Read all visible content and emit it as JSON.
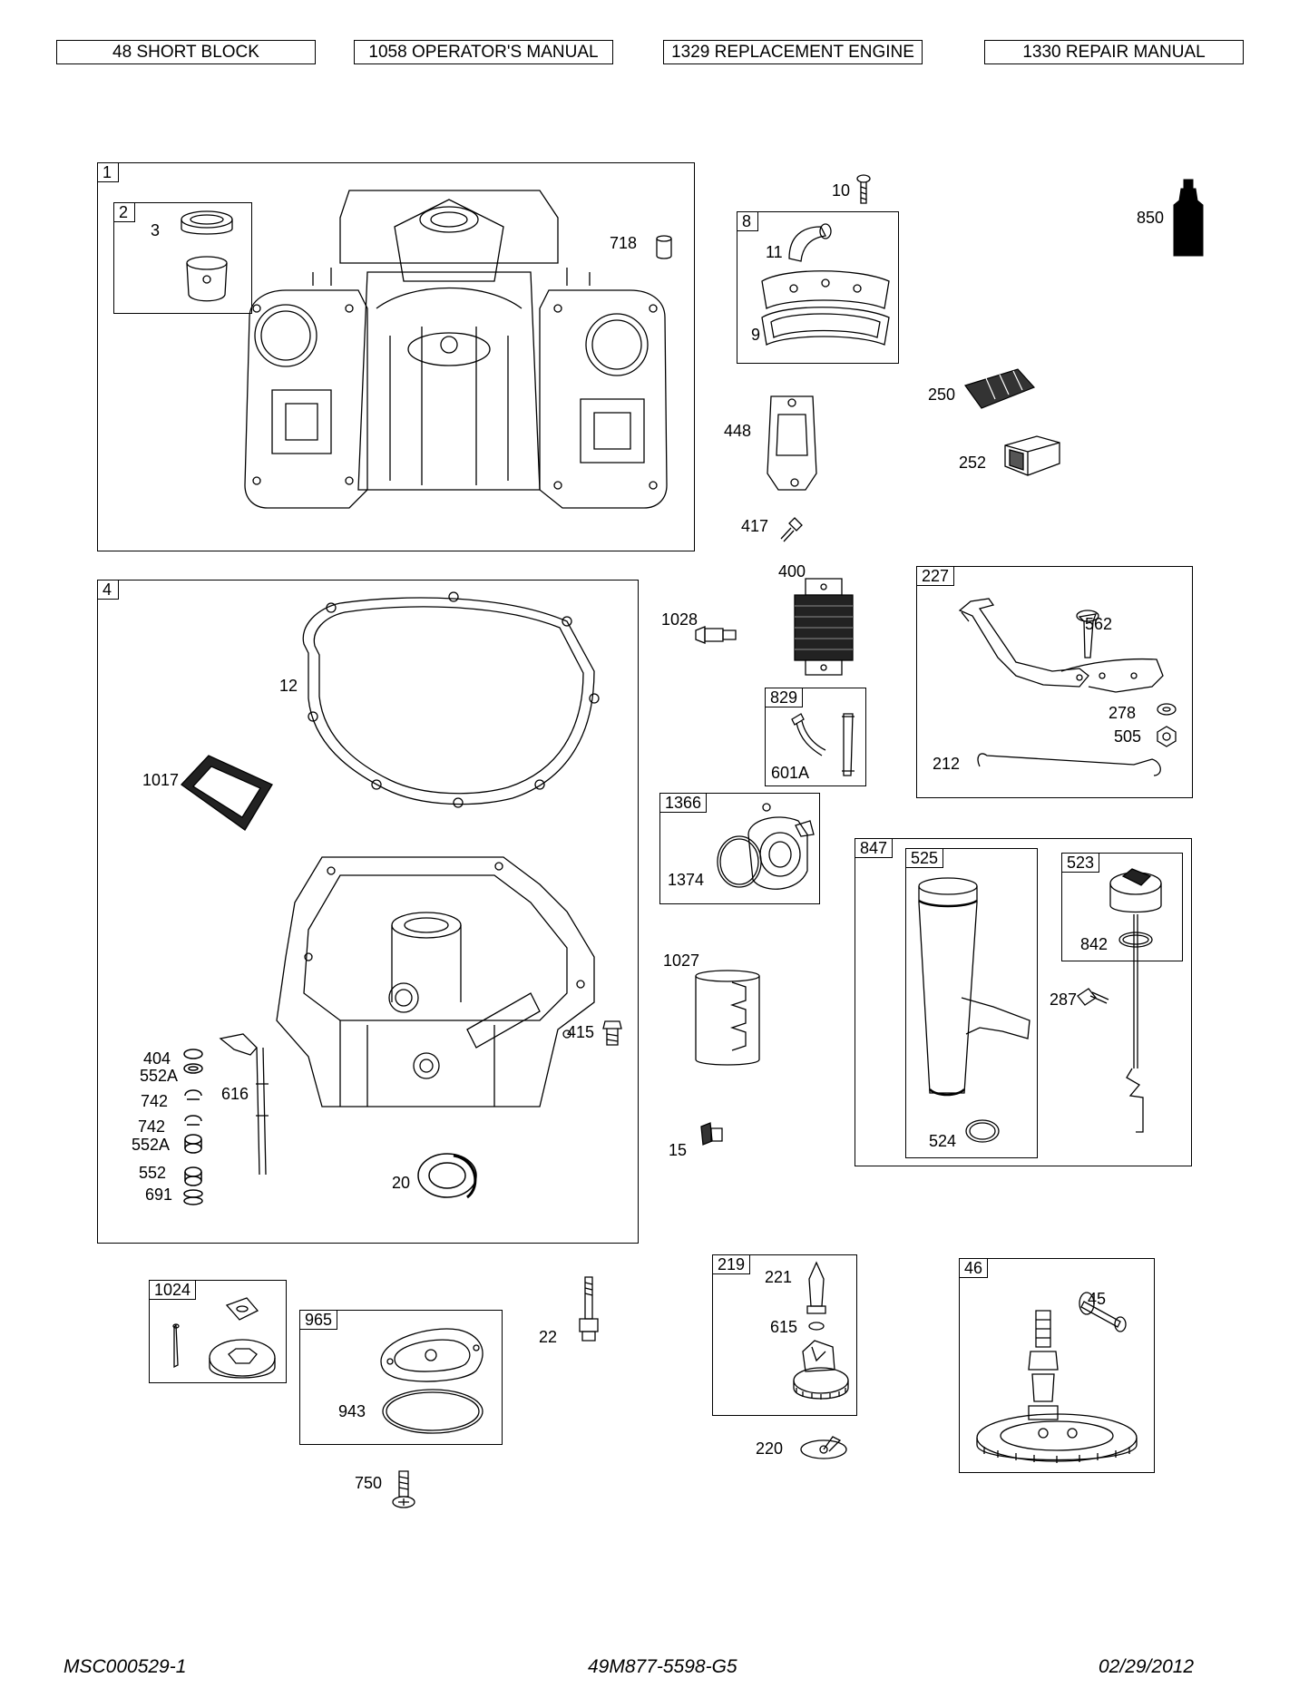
{
  "header": {
    "buttons": [
      "48 SHORT BLOCK",
      "1058 OPERATOR'S MANUAL",
      "1329 REPLACEMENT ENGINE",
      "1330 REPAIR MANUAL"
    ]
  },
  "groups": {
    "g1": "1",
    "g2": "2",
    "g4": "4",
    "g8": "8",
    "g227": "227",
    "g829": "829",
    "g1366": "1366",
    "g847": "847",
    "g525": "525",
    "g523": "523",
    "g1024": "1024",
    "g965": "965",
    "g219": "219",
    "g46": "46"
  },
  "parts": {
    "p3": "3",
    "p718": "718",
    "p10": "10",
    "p11": "11",
    "p9": "9",
    "p850": "850",
    "p250": "250",
    "p252": "252",
    "p448": "448",
    "p417": "417",
    "p12": "12",
    "p1017": "1017",
    "p404": "404",
    "p552a_1": "552A",
    "p742_1": "742",
    "p616": "616",
    "p742_2": "742",
    "p552a_2": "552A",
    "p552": "552",
    "p691": "691",
    "p20": "20",
    "p415": "415",
    "p1028": "1028",
    "p400": "400",
    "p601a": "601A",
    "p1374": "1374",
    "p1027": "1027",
    "p15": "15",
    "p562": "562",
    "p278": "278",
    "p505": "505",
    "p212": "212",
    "p842": "842",
    "p287": "287",
    "p524": "524",
    "p22": "22",
    "p943": "943",
    "p750": "750",
    "p221": "221",
    "p615": "615",
    "p220": "220",
    "p45": "45"
  },
  "footer": {
    "left": "MSC000529-1",
    "center": "49M877-5598-G5",
    "right": "02/29/2012"
  }
}
